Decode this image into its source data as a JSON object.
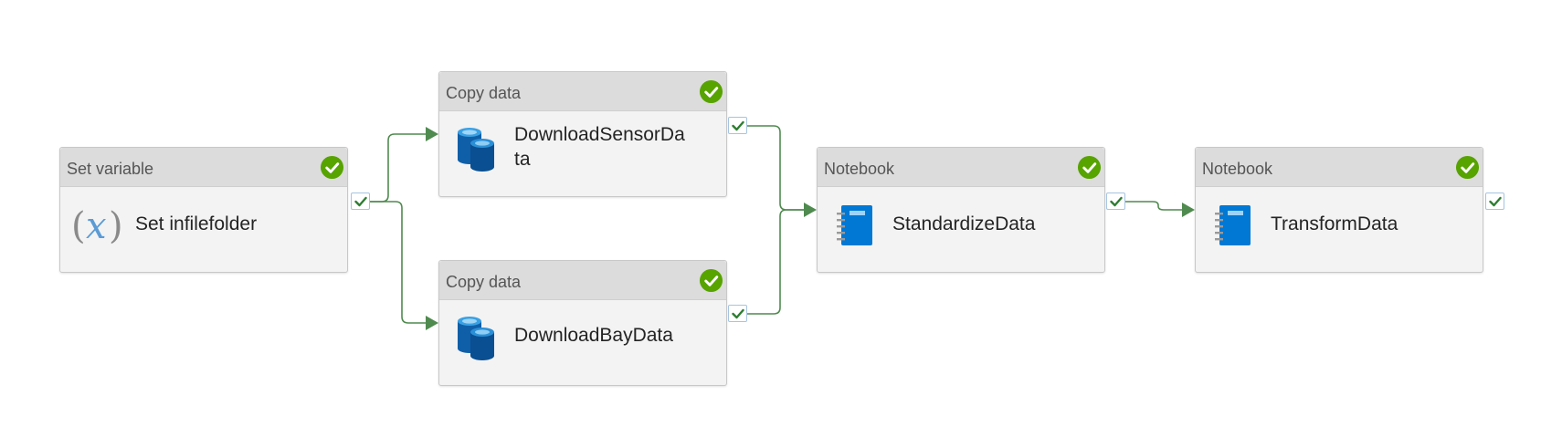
{
  "colors": {
    "connector": "#4f8a4f",
    "success": "#57a300",
    "header_bg": "#dcdcdc",
    "body_bg": "#f3f3f3",
    "icon_blue": "#0078d4",
    "variable_icon": "#5b9bd5"
  },
  "activities": [
    {
      "type": "Set variable",
      "name": "Set infilefolder",
      "icon": "variable-x-icon",
      "status": "succeeded"
    },
    {
      "type": "Copy data",
      "name_line1": "DownloadSensorDa",
      "name_line2": "ta",
      "icon": "database-icon",
      "status": "succeeded"
    },
    {
      "type": "Copy data",
      "name": "DownloadBayData",
      "icon": "database-icon",
      "status": "succeeded"
    },
    {
      "type": "Notebook",
      "name": "StandardizeData",
      "icon": "notebook-icon",
      "status": "succeeded"
    },
    {
      "type": "Notebook",
      "name": "TransformData",
      "icon": "notebook-icon",
      "status": "succeeded"
    }
  ],
  "variable_icon_glyph": {
    "open": "(",
    "x": "x",
    "close": ")"
  },
  "output_handle": {
    "icon": "checkmark-icon",
    "condition": "success"
  }
}
